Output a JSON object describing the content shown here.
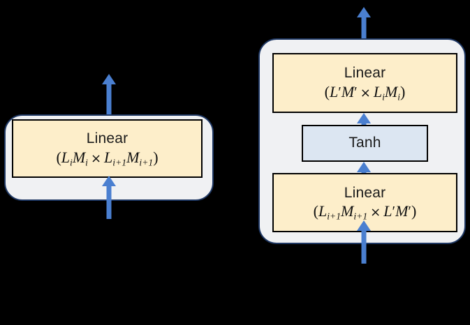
{
  "figure": {
    "background_color": "#000000",
    "group_fill": "#f0f1f3",
    "group_border": "#1f3864",
    "linear_fill": "#fdeeca",
    "tanh_fill": "#dce6f2",
    "block_border": "#000000",
    "arrow_color": "#4a7fd0"
  },
  "left_module": {
    "name": "single-linear-module",
    "blocks": [
      {
        "id": "left-linear",
        "type": "linear",
        "label": "Linear",
        "shape_text": "(L_i M_i × L_{i+1} M_{i+1})",
        "math": {
          "open": "(",
          "lhs": [
            {
              "base": "L",
              "sub": "i"
            },
            {
              "base": "M",
              "sub": "i"
            }
          ],
          "operator": "×",
          "rhs": [
            {
              "base": "L",
              "sub": "i+1"
            },
            {
              "base": "M",
              "sub": "i+1"
            }
          ],
          "close": ")"
        }
      }
    ],
    "arrows": [
      {
        "id": "left-input-arrow",
        "direction": "up",
        "role": "input"
      },
      {
        "id": "left-output-arrow",
        "direction": "up",
        "role": "output"
      }
    ]
  },
  "right_module": {
    "name": "bottleneck-linear-tanh-linear-module",
    "blocks": [
      {
        "id": "right-linear-top",
        "type": "linear",
        "label": "Linear",
        "shape_text": "(L' M' × L_i M_i)",
        "math": {
          "open": "(",
          "lhs": [
            {
              "base": "L",
              "prime": "′"
            },
            {
              "base": "M",
              "prime": "′"
            }
          ],
          "operator": "×",
          "rhs": [
            {
              "base": "L",
              "sub": "i"
            },
            {
              "base": "M",
              "sub": "i"
            }
          ],
          "close": ")"
        }
      },
      {
        "id": "right-tanh",
        "type": "activation",
        "label": "Tanh",
        "shape_text": ""
      },
      {
        "id": "right-linear-bottom",
        "type": "linear",
        "label": "Linear",
        "shape_text": "(L_{i+1} M_{i+1} × L' M')",
        "math": {
          "open": "(",
          "lhs": [
            {
              "base": "L",
              "sub": "i+1"
            },
            {
              "base": "M",
              "sub": "i+1"
            }
          ],
          "operator": "×",
          "rhs": [
            {
              "base": "L",
              "prime": "′"
            },
            {
              "base": "M",
              "prime": "′"
            }
          ],
          "close": ")"
        }
      }
    ],
    "arrows": [
      {
        "id": "right-input-arrow",
        "direction": "up",
        "role": "input"
      },
      {
        "id": "right-mid-lower-arrow",
        "direction": "up",
        "role": "linear-to-tanh"
      },
      {
        "id": "right-mid-upper-arrow",
        "direction": "up",
        "role": "tanh-to-linear"
      },
      {
        "id": "right-output-arrow",
        "direction": "up",
        "role": "output"
      }
    ]
  }
}
